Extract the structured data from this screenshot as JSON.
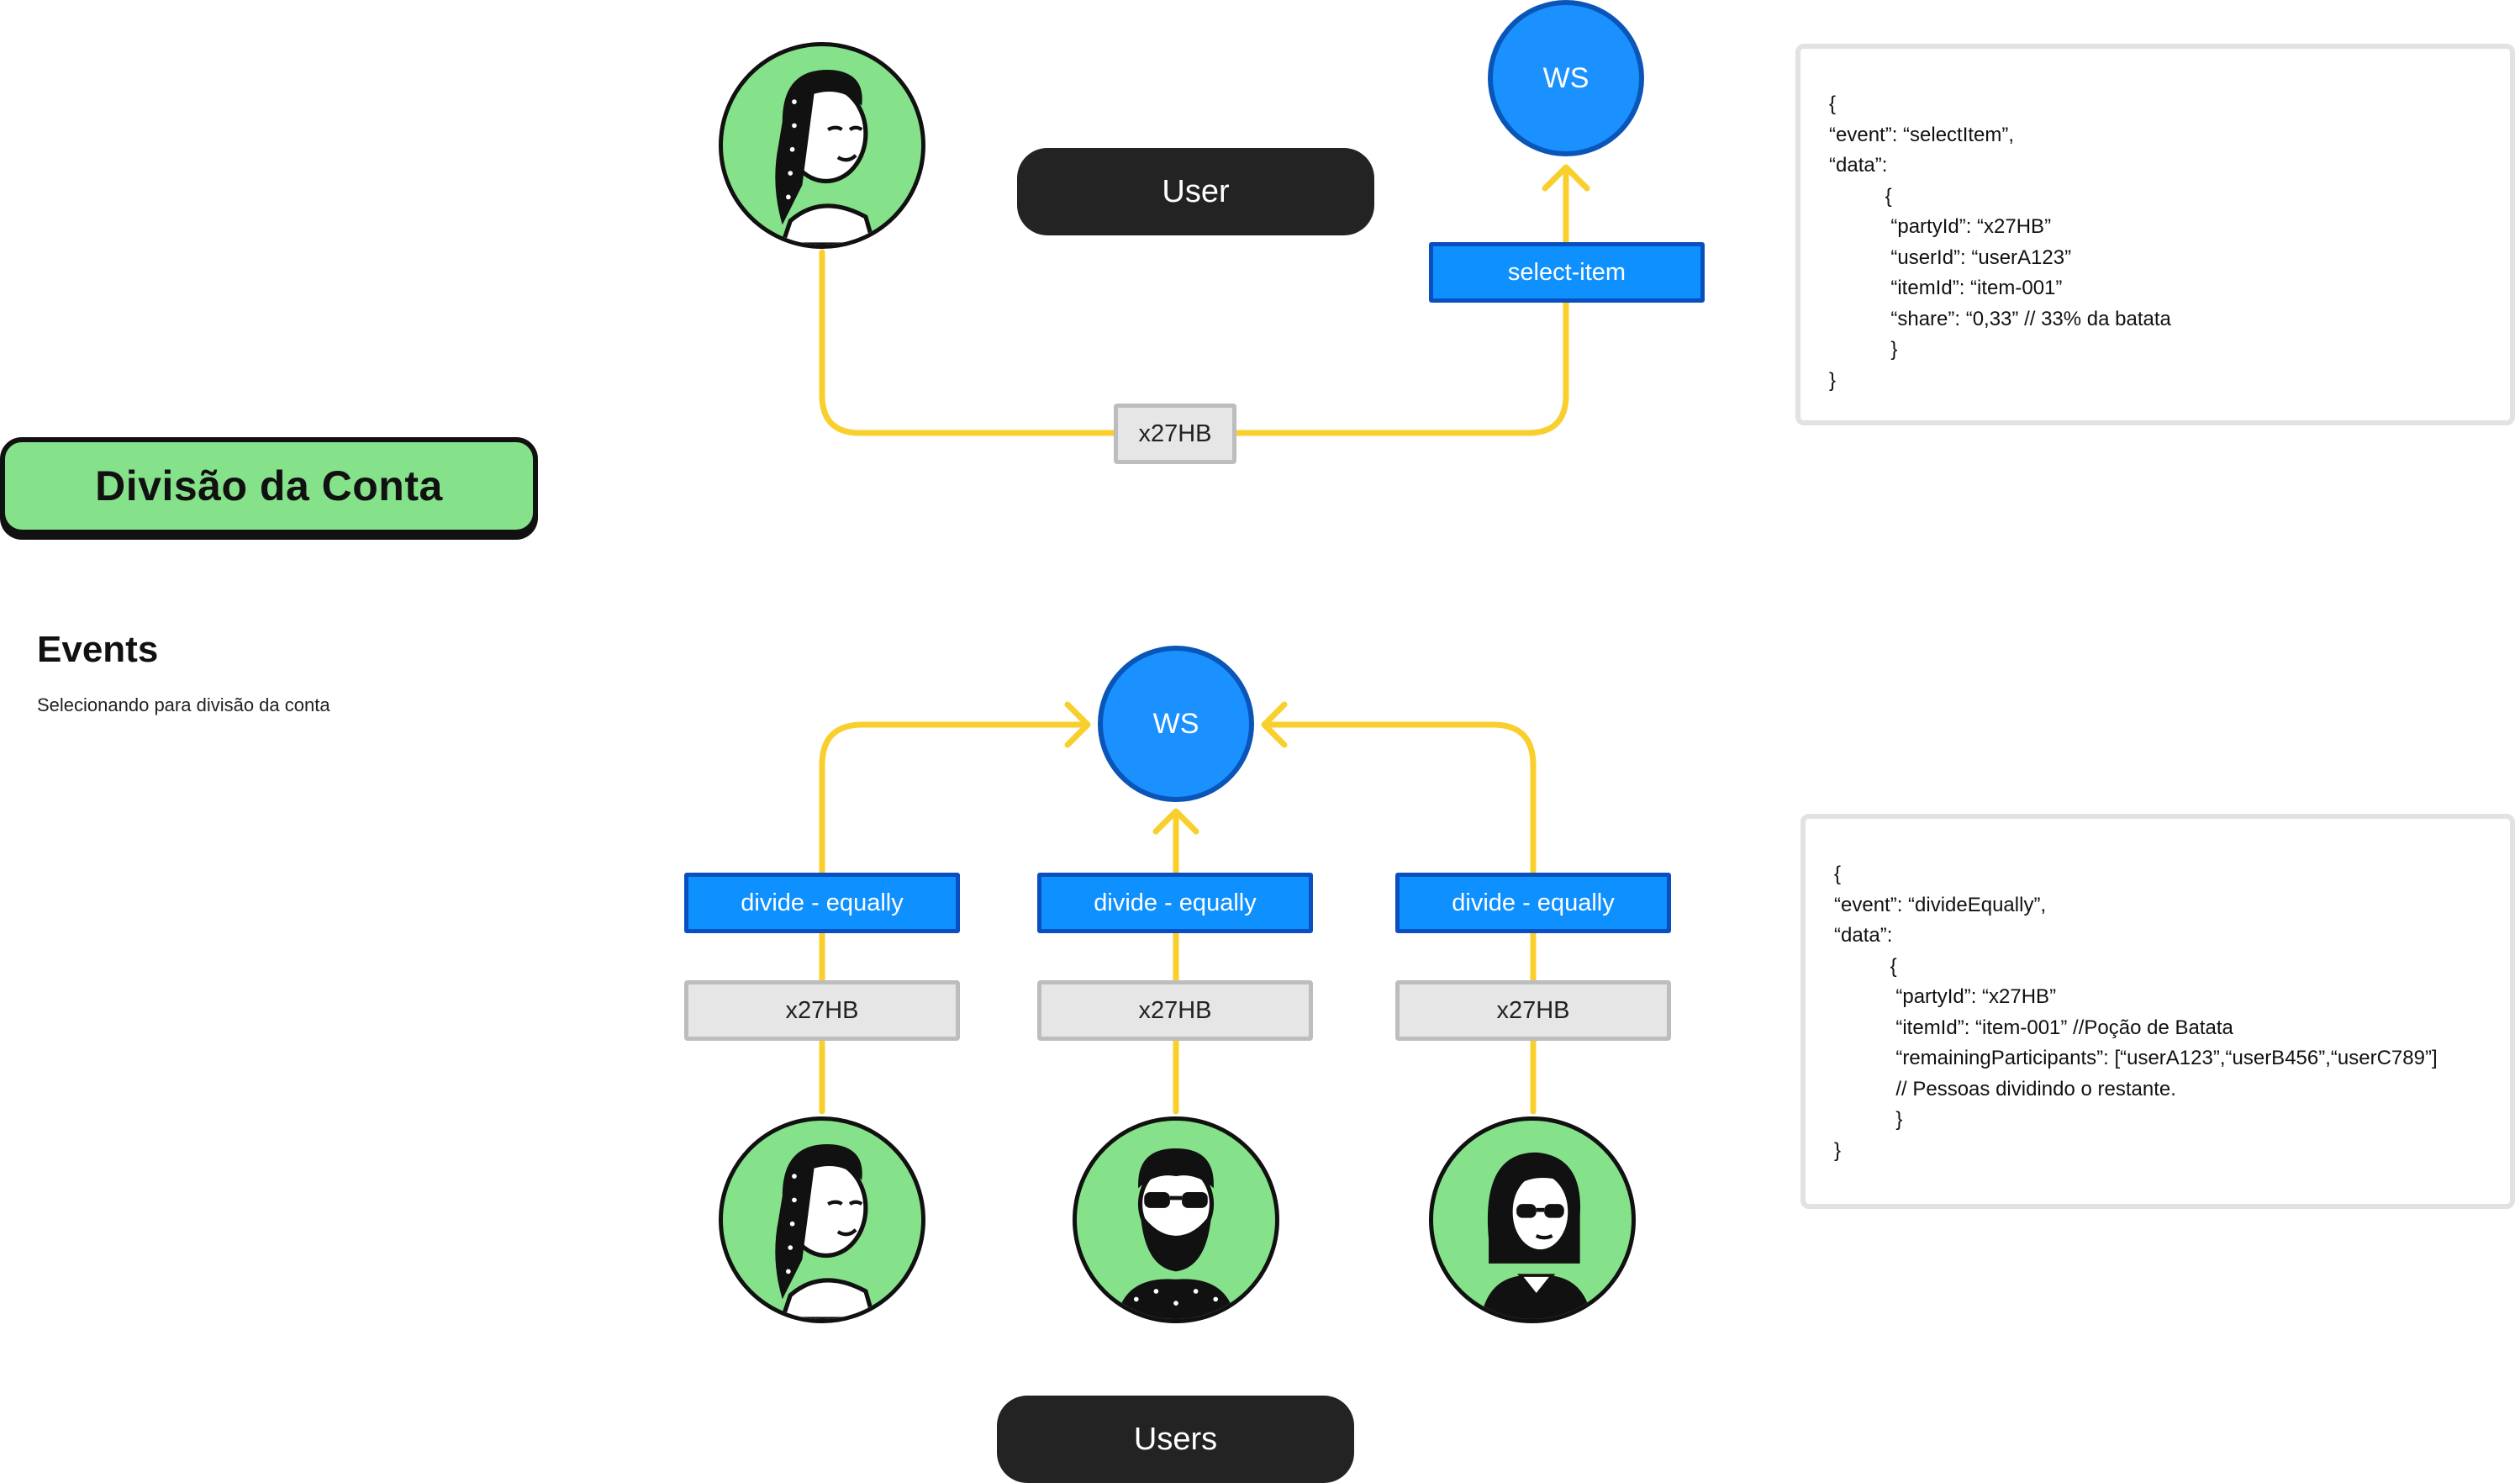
{
  "title": "Divisão da Conta",
  "section": {
    "title": "Events",
    "subtitle": "Selecionando para divisão da conta"
  },
  "top_flow": {
    "role_label": "User",
    "ws_label": "WS",
    "event_tag": "select-item",
    "party_tag": "x27HB",
    "avatar_icon": "girl-avatar-icon",
    "code_lines": [
      "{",
      "“event”: “selectItem”,",
      "“data”:",
      "          {",
      "           “partyId”: “x27HB”",
      "           “userId”: “userA123”",
      "           “itemId”: “item-001”",
      "           “share”: “0,33” // 33% da batata",
      "           }",
      "}"
    ]
  },
  "bottom_flow": {
    "role_label": "Users",
    "ws_label": "WS",
    "participants": [
      {
        "event_tag": "divide - equally",
        "party_tag": "x27HB",
        "avatar_icon": "girl-avatar-icon"
      },
      {
        "event_tag": "divide - equally",
        "party_tag": "x27HB",
        "avatar_icon": "bearded-man-avatar-icon"
      },
      {
        "event_tag": "divide - equally",
        "party_tag": "x27HB",
        "avatar_icon": "woman-sunglasses-avatar-icon"
      }
    ],
    "code_lines": [
      "{",
      "“event”: “divideEqually”,",
      "“data”:",
      "          {",
      "           “partyId”: “x27HB”",
      "           “itemId”: “item-001” //Poção de Batata",
      "           “remainingParticipants”: [“userA123”,“userB456”,“userC789”]",
      "           // Pessoas dividindo o restante.",
      "           }",
      "}"
    ]
  },
  "colors": {
    "accent_green": "#86e28a",
    "ws_blue": "#1b90ff",
    "connector_yellow": "#f8cf2c",
    "pill_dark": "#232323"
  }
}
